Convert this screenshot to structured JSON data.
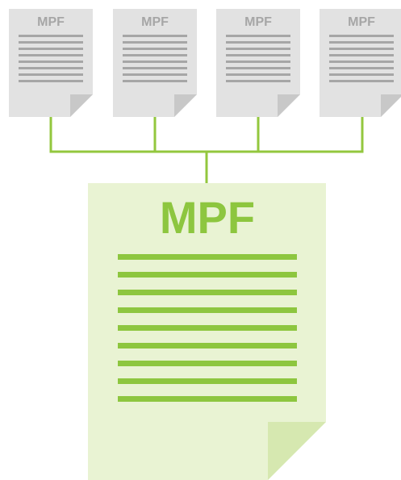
{
  "source_documents": [
    {
      "label": "MPF"
    },
    {
      "label": "MPF"
    },
    {
      "label": "MPF"
    },
    {
      "label": "MPF"
    }
  ],
  "merged_document": {
    "label": "MPF"
  },
  "colors": {
    "source_page": "#e2e2e2",
    "source_fold": "#c8c8c8",
    "source_text": "#a6a6a6",
    "source_lines": "#a6a6a6",
    "connector": "#93c73e",
    "merged_page": "#e9f3d3",
    "merged_fold": "#d6e8b0",
    "merged_text": "#8dc63f",
    "merged_lines": "#8dc63f"
  }
}
